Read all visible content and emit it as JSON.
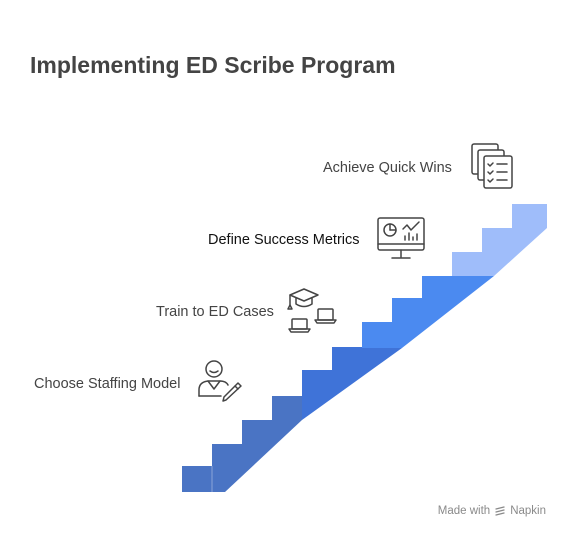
{
  "title": "Implementing ED Scribe Program",
  "steps": [
    {
      "label": "Choose Staffing Model",
      "icon": "person-pencil-icon",
      "color": "#4a74c4"
    },
    {
      "label": "Train to ED Cases",
      "icon": "graduation-laptop-icon",
      "color": "#3f73d8"
    },
    {
      "label": "Define Success Metrics",
      "icon": "dashboard-monitor-icon",
      "color": "#4b8af0"
    },
    {
      "label": "Achieve Quick Wins",
      "icon": "checklist-stack-icon",
      "color": "#9fbdfa"
    }
  ],
  "footer": {
    "made_with": "Made with",
    "brand": "Napkin"
  }
}
